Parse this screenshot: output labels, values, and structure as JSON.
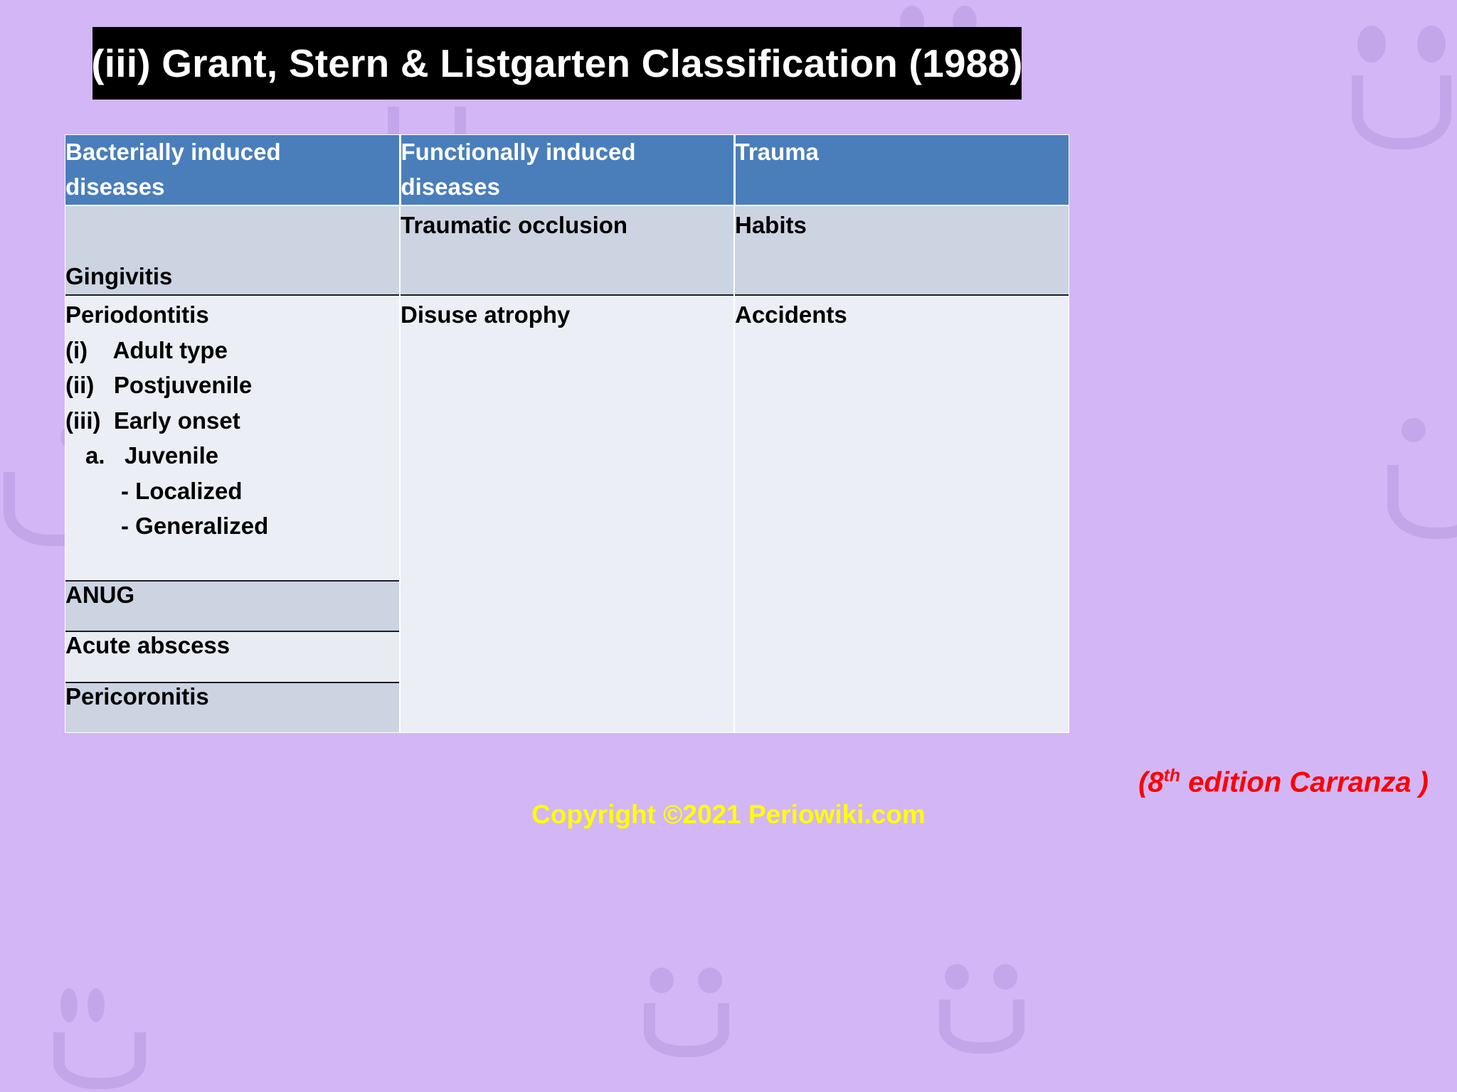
{
  "slide": {
    "title": "(iii) Grant, Stern & Listgarten Classification (1988)",
    "background_color": "#d3b6f5",
    "title_bar_color": "#000000",
    "title_text_color": "#ffffff",
    "header_row_color": "#4a7ebb",
    "edition_note_color": "#fe0000",
    "copyright_color": "#ffff00"
  },
  "table": {
    "headers": [
      "Bacterially induced\ndiseases",
      "Functionally induced\ndiseases",
      "Trauma"
    ],
    "headers_flat": [
      "Bacterially induced diseases",
      "Functionally induced diseases",
      "Trauma"
    ],
    "rows": [
      {
        "col_a": "Gingivitis",
        "col_b": "Traumatic occlusion",
        "col_c": "Habits"
      },
      {
        "col_a": "Periodontitis",
        "col_b": "Disuse atrophy",
        "col_c": "Accidents"
      },
      {
        "col_a": "ANUG",
        "col_b": "",
        "col_c": ""
      },
      {
        "col_a": "Acute abscess",
        "col_b": "",
        "col_c": ""
      },
      {
        "col_a": "Pericoronitis",
        "col_b": "",
        "col_c": ""
      }
    ],
    "periodontitis_subtypes": [
      {
        "marker": "(i)",
        "label": "Adult type",
        "level": 1
      },
      {
        "marker": "(ii)",
        "label": "Postjuvenile",
        "level": 1
      },
      {
        "marker": "(iii)",
        "label": "Early onset",
        "level": 1
      },
      {
        "marker": "a.",
        "label": "Juvenile",
        "level": 2
      },
      {
        "marker": "-",
        "label": "Localized",
        "level": 3
      },
      {
        "marker": "-",
        "label": "Generalized",
        "level": 3
      }
    ],
    "periodontitis_lines": [
      "(i)    Adult type",
      "(ii)   Postjuvenile",
      "(iii)  Early onset",
      "a.   Juvenile",
      "- Localized",
      "- Generalized"
    ]
  },
  "footer": {
    "edition_prefix": "(8",
    "edition_sup": "th",
    "edition_suffix": " edition Carranza )",
    "edition_note": "(8th edition Carranza )",
    "copyright": "Copyright ©2021 Periowiki.com"
  }
}
